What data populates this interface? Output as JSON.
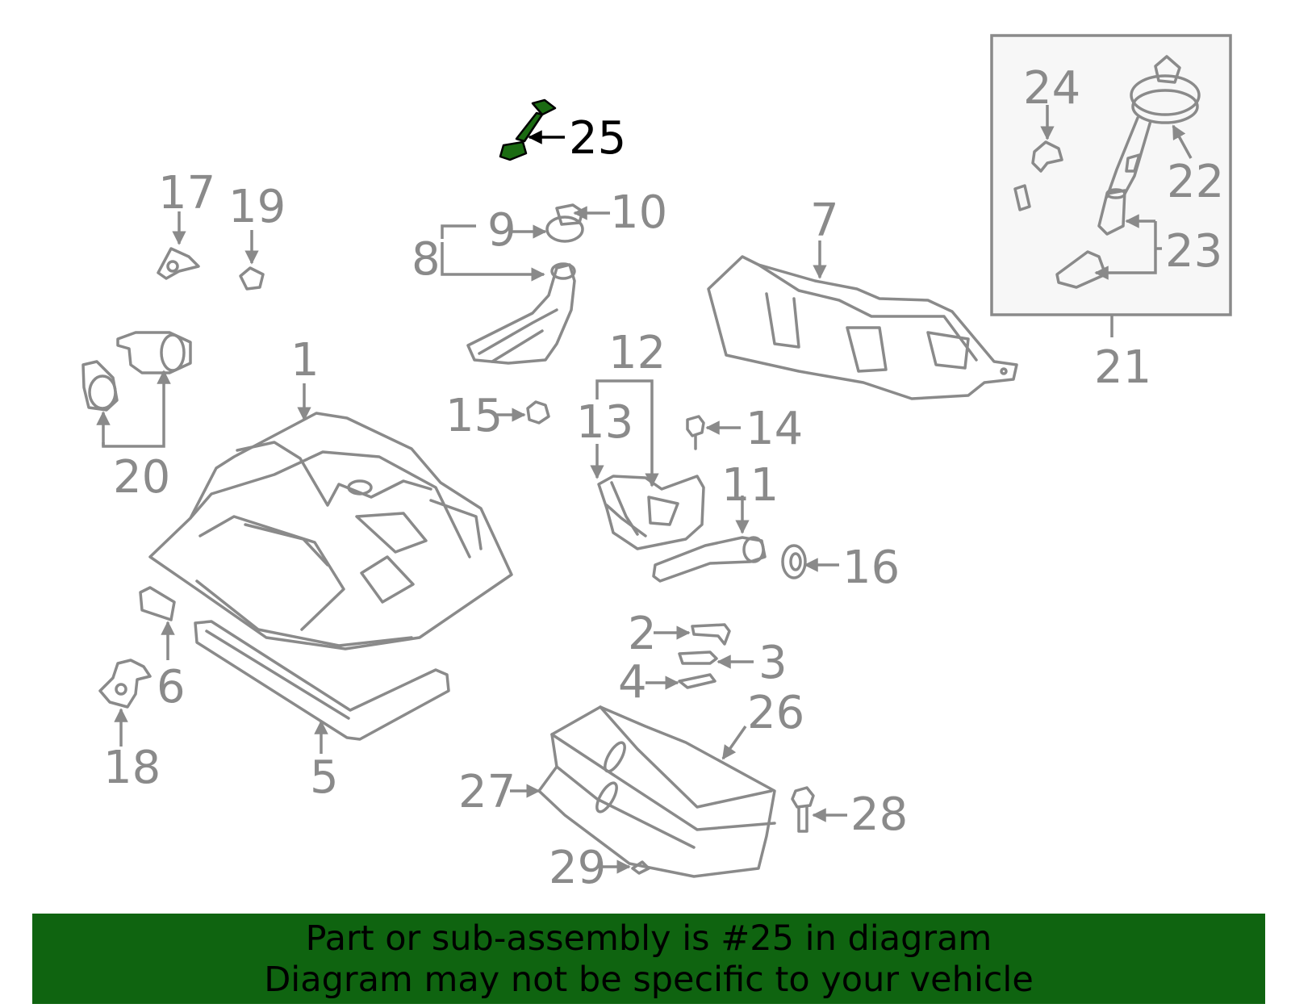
{
  "highlight": {
    "part_number": "25",
    "color": "#0f6410"
  },
  "banner": {
    "line1": "Part or sub-assembly is #25 in diagram",
    "line2": "Diagram may not be specific to your vehicle"
  },
  "labels": {
    "n1": "1",
    "n2": "2",
    "n3": "3",
    "n4": "4",
    "n5": "5",
    "n6": "6",
    "n7": "7",
    "n8": "8",
    "n9": "9",
    "n10": "10",
    "n11": "11",
    "n12": "12",
    "n13": "13",
    "n14": "14",
    "n15": "15",
    "n16": "16",
    "n17": "17",
    "n18": "18",
    "n19": "19",
    "n20": "20",
    "n21": "21",
    "n22": "22",
    "n23": "23",
    "n24": "24",
    "n25": "25",
    "n26": "26",
    "n27": "27",
    "n28": "28",
    "n29": "29"
  }
}
